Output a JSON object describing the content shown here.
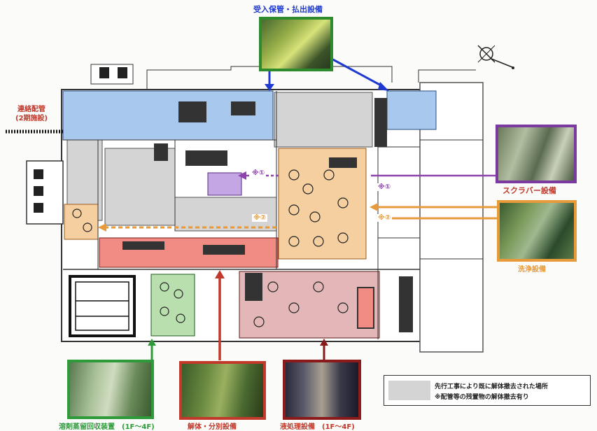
{
  "labels": {
    "receiving": "受入保管・払出設備",
    "transfer_pipe": "連絡配管\n(2期施設)",
    "scrubber": "スクラバー設備",
    "washing": "洗浄設備",
    "solvent_recovery": "溶剤蒸留回収装置　(1F～4F)",
    "dismantling": "解体・分別設備",
    "liquid_treatment": "液処理設備　(1F～4F)",
    "note_a_1": "※①",
    "note_a_2": "※②",
    "note_b_1": "※①",
    "note_b_2": "※②"
  },
  "legend": {
    "line1": "先行工事により既に解体撤去された場所",
    "line2": "※配管等の残置物の解体撤去有り"
  },
  "colors": {
    "receiving_border": "#2d8a2d",
    "scrubber_border": "#7a3aa0",
    "washing_border": "#e69a3a",
    "solvent_border": "#2f9a3a",
    "dismantling_border": "#c0392b",
    "liquid_border": "#8b1a1a",
    "blue_zone": "#a9c8ee",
    "orange_zone": "#f5cfa0",
    "red_zone": "#f08c84",
    "pink_zone": "#e3b7b7",
    "green_zone": "#b9dfae",
    "purple_zone": "#c3a6e3",
    "gray_zone": "#d4d4d4",
    "label_red": "#c0392b",
    "label_purple": "#8e44ad",
    "label_orange": "#e69a3a"
  },
  "icons": [
    "compass-icon"
  ]
}
